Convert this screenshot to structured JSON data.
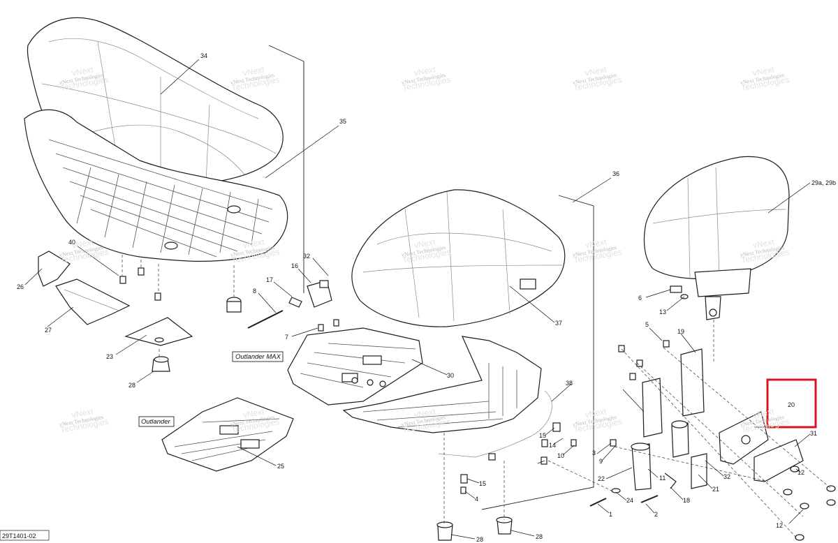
{
  "diagram": {
    "drawing_code": "29T1401-02",
    "variants": {
      "outlander_max": "Outlander MAX",
      "outlander": "Outlander"
    },
    "watermark": {
      "line1": "vNext",
      "line2": "Technologies",
      "small": "vNext Technologies"
    },
    "highlight_label": "20",
    "callouts": [
      "34",
      "35",
      "36",
      "29a, 29b",
      "40",
      "26",
      "27",
      "23",
      "28",
      "37",
      "32",
      "16",
      "17",
      "8",
      "7",
      "30",
      "38",
      "5",
      "19",
      "6",
      "13",
      "20",
      "31",
      "15",
      "14",
      "10",
      "9",
      "3",
      "22",
      "11",
      "21",
      "32",
      "18",
      "24",
      "2",
      "1",
      "12",
      "12",
      "25",
      "28",
      "28",
      "4",
      "15"
    ]
  },
  "colors": {
    "highlight": "#d4151c",
    "ink": "#1c1c1c",
    "watermark": "#b9b9b9"
  }
}
